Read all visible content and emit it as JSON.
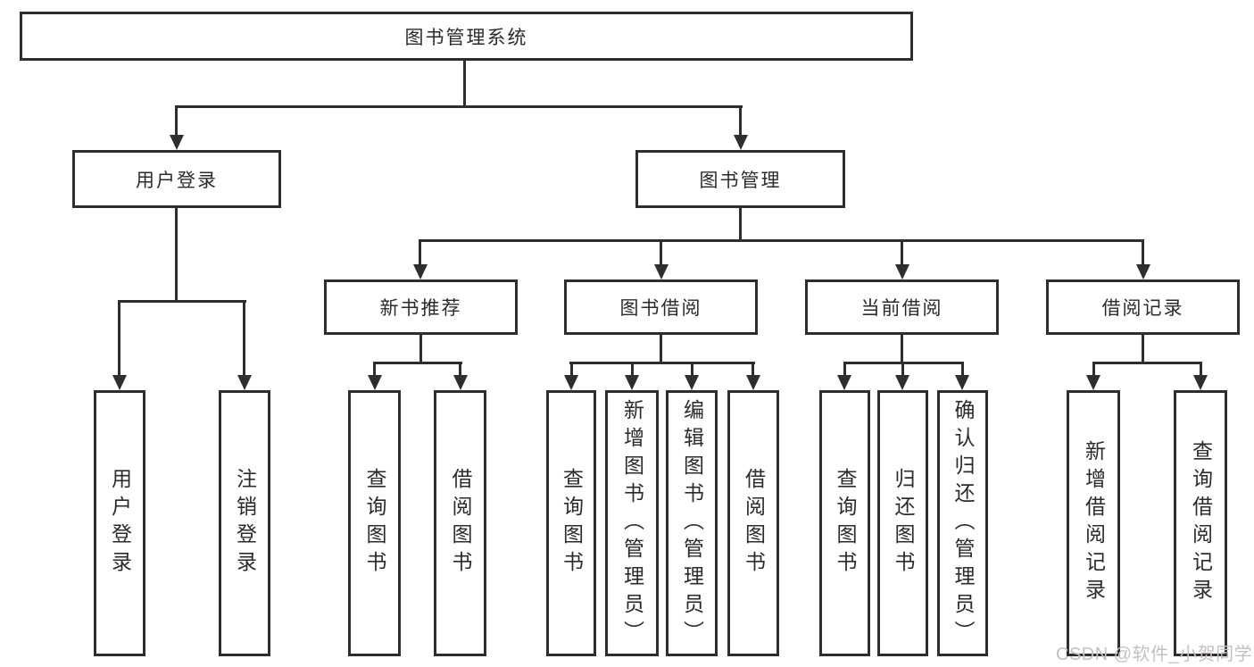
{
  "tree": {
    "label": "图书管理系统",
    "children": [
      {
        "label": "用户登录",
        "children": [
          {
            "label": "用户登录"
          },
          {
            "label": "注销登录"
          }
        ]
      },
      {
        "label": "图书管理",
        "children": [
          {
            "label": "新书推荐",
            "children": [
              {
                "label": "查询图书"
              },
              {
                "label": "借阅图书"
              }
            ]
          },
          {
            "label": "图书借阅",
            "children": [
              {
                "label": "查询图书"
              },
              {
                "label": "新增图书（管理员）"
              },
              {
                "label": "编辑图书（管理员）"
              },
              {
                "label": "借阅图书"
              }
            ]
          },
          {
            "label": "当前借阅",
            "children": [
              {
                "label": "查询图书"
              },
              {
                "label": "归还图书"
              },
              {
                "label": "确认归还（管理员）"
              }
            ]
          },
          {
            "label": "借阅记录",
            "children": [
              {
                "label": "新增借阅记录"
              },
              {
                "label": "查询借阅记录"
              }
            ]
          }
        ]
      }
    ]
  },
  "watermark": "CSDN @软件_小贺同学",
  "colors": {
    "line": "#2e2e2e",
    "text": "#2b2b2b",
    "background": "#ffffff",
    "watermark": "#c6c0c0"
  }
}
